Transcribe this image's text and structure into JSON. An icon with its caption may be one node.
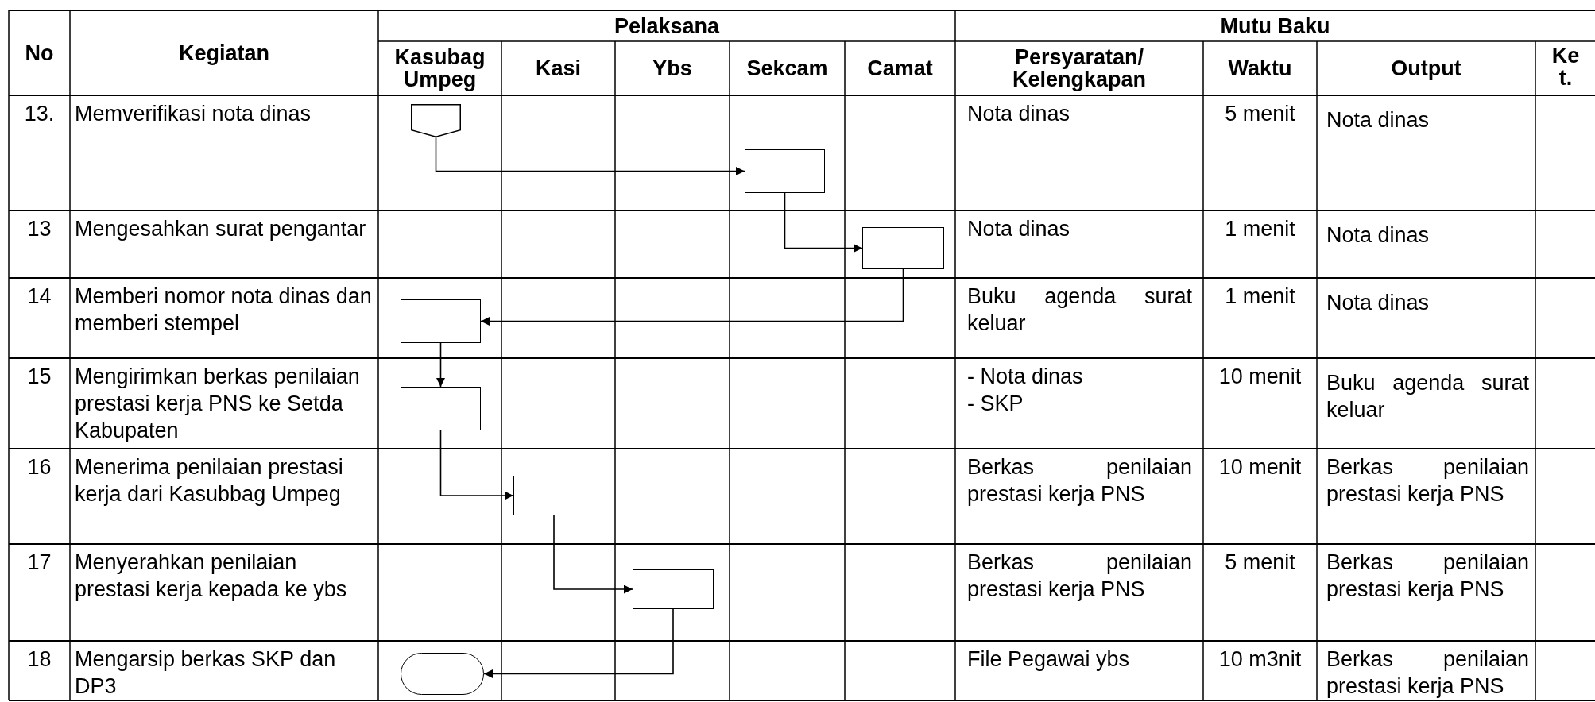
{
  "diagram": {
    "nodes": [
      {
        "text": [],
        "shape": "pentagon"
      },
      {
        "text": [],
        "shape": "box"
      },
      {
        "text": [],
        "shape": "box"
      },
      {
        "text": [],
        "shape": "box"
      },
      {
        "text": [],
        "shape": "box"
      },
      {
        "text": [],
        "shape": "box"
      },
      {
        "text": [],
        "shape": "box"
      },
      {
        "text": [],
        "shape": "capsule"
      }
    ],
    "edges": [
      {
        "from": 0,
        "to": 1,
        "arrow": "to"
      },
      {
        "from": 1,
        "to": 2,
        "arrow": "to"
      },
      {
        "from": 2,
        "to": 3,
        "arrow": "to"
      },
      {
        "from": 3,
        "to": 4,
        "arrow": "to"
      },
      {
        "from": 4,
        "to": 5,
        "arrow": "to"
      },
      {
        "from": 5,
        "to": 6,
        "arrow": "to"
      },
      {
        "from": 6,
        "to": 7,
        "arrow": "to"
      }
    ],
    "labels": [
      "No",
      "Kegiatan",
      "Pelaksana",
      "Mutu Baku",
      "Kasubag Umpeg",
      "Kasi",
      "Ybs",
      "Sekcam",
      "Camat",
      "Persyaratan/ Kelengkapan",
      "Waktu",
      "Output",
      "Ket.",
      "13.",
      "Memverifikasi nota dinas",
      "Nota dinas",
      "5 menit",
      "Nota dinas",
      "13",
      "Mengesahkan surat pengantar",
      "Nota dinas",
      "1 menit",
      "Nota dinas",
      "14",
      "Memberi nomor nota dinas dan memberi stempel",
      "Buku agenda surat keluar",
      "1 menit",
      "Nota dinas",
      "15",
      "Mengirimkan berkas penilaian prestasi kerja PNS ke Setda Kabupaten",
      "- Nota dinas",
      "- SKP",
      "10 menit",
      "Buku agenda surat keluar",
      "16",
      "Menerima penilaian prestasi kerja dari Kasubbag Umpeg",
      "Berkas penilaian prestasi kerja PNS",
      "10 menit",
      "Berkas penilaian prestasi kerja PNS",
      "17",
      "Menyerahkan penilaian prestasi kerja kepada ke ybs",
      "Berkas penilaian prestasi kerja PNS",
      "5 menit",
      "Berkas penilaian prestasi kerja PNS",
      "18",
      "Mengarsip berkas SKP dan DP3",
      "File Pegawai ybs",
      "10 m3nit",
      "Berkas penilaian prestasi kerja PNS"
    ]
  }
}
